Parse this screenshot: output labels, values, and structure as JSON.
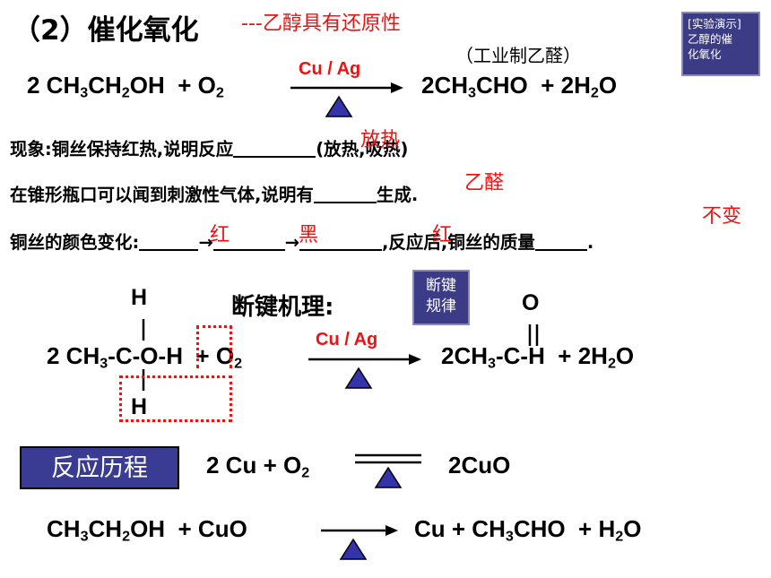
{
  "title": {
    "main": "（2）催化氧化",
    "note": "---乙醇具有还原性"
  },
  "demo_box": {
    "line1": "[实验演示]",
    "line2": "乙醇的催",
    "line3": "化氧化"
  },
  "industry_note": "（工业制乙醛）",
  "eq1": {
    "catalyst": "Cu / Ag"
  },
  "observations": {
    "line1_text": "现象:铜丝保持红热,说明反应",
    "line1_options": "(放热,吸热)",
    "line1_answer": "放热",
    "line2_text": "在锥形瓶口可以闻到刺激性气体,说明有",
    "line2_suffix": "生成.",
    "line2_answer": "乙醛",
    "line3_text": "铜丝的颜色变化:",
    "line3_arrow": "→",
    "line3_mid": ",反应后,铜丝的质量",
    "line3_end": ".",
    "line3_answers": [
      "红",
      "黑",
      "红"
    ],
    "line3_mass_answer": "不变"
  },
  "mechanism": {
    "label": "断键机理:",
    "box_line1": "断键",
    "box_line2": "规律",
    "catalyst": "Cu / Ag"
  },
  "process": {
    "label": "反应历程",
    "eq2": {
      "left": "2 Cu + O",
      "left_sub": "2",
      "right": "2CuO"
    }
  },
  "colors": {
    "red": "#ee1111",
    "navy_box": "#3a3c93",
    "triangle": "#3333aa"
  }
}
